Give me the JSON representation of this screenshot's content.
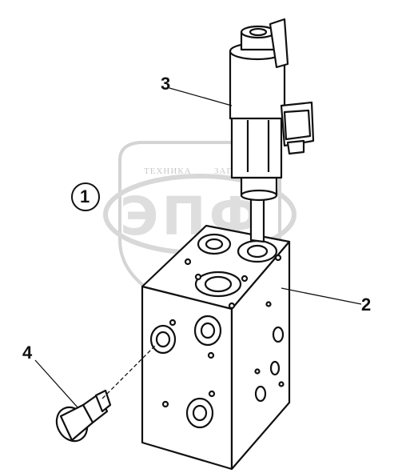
{
  "watermark": {
    "top_text": "ТЕХНИКА",
    "top_text_right": "ЗАПЧАСТИ",
    "big_text": "ЭПФ"
  },
  "callouts": {
    "one": "1",
    "two": "2",
    "three": "3",
    "four": "4"
  }
}
